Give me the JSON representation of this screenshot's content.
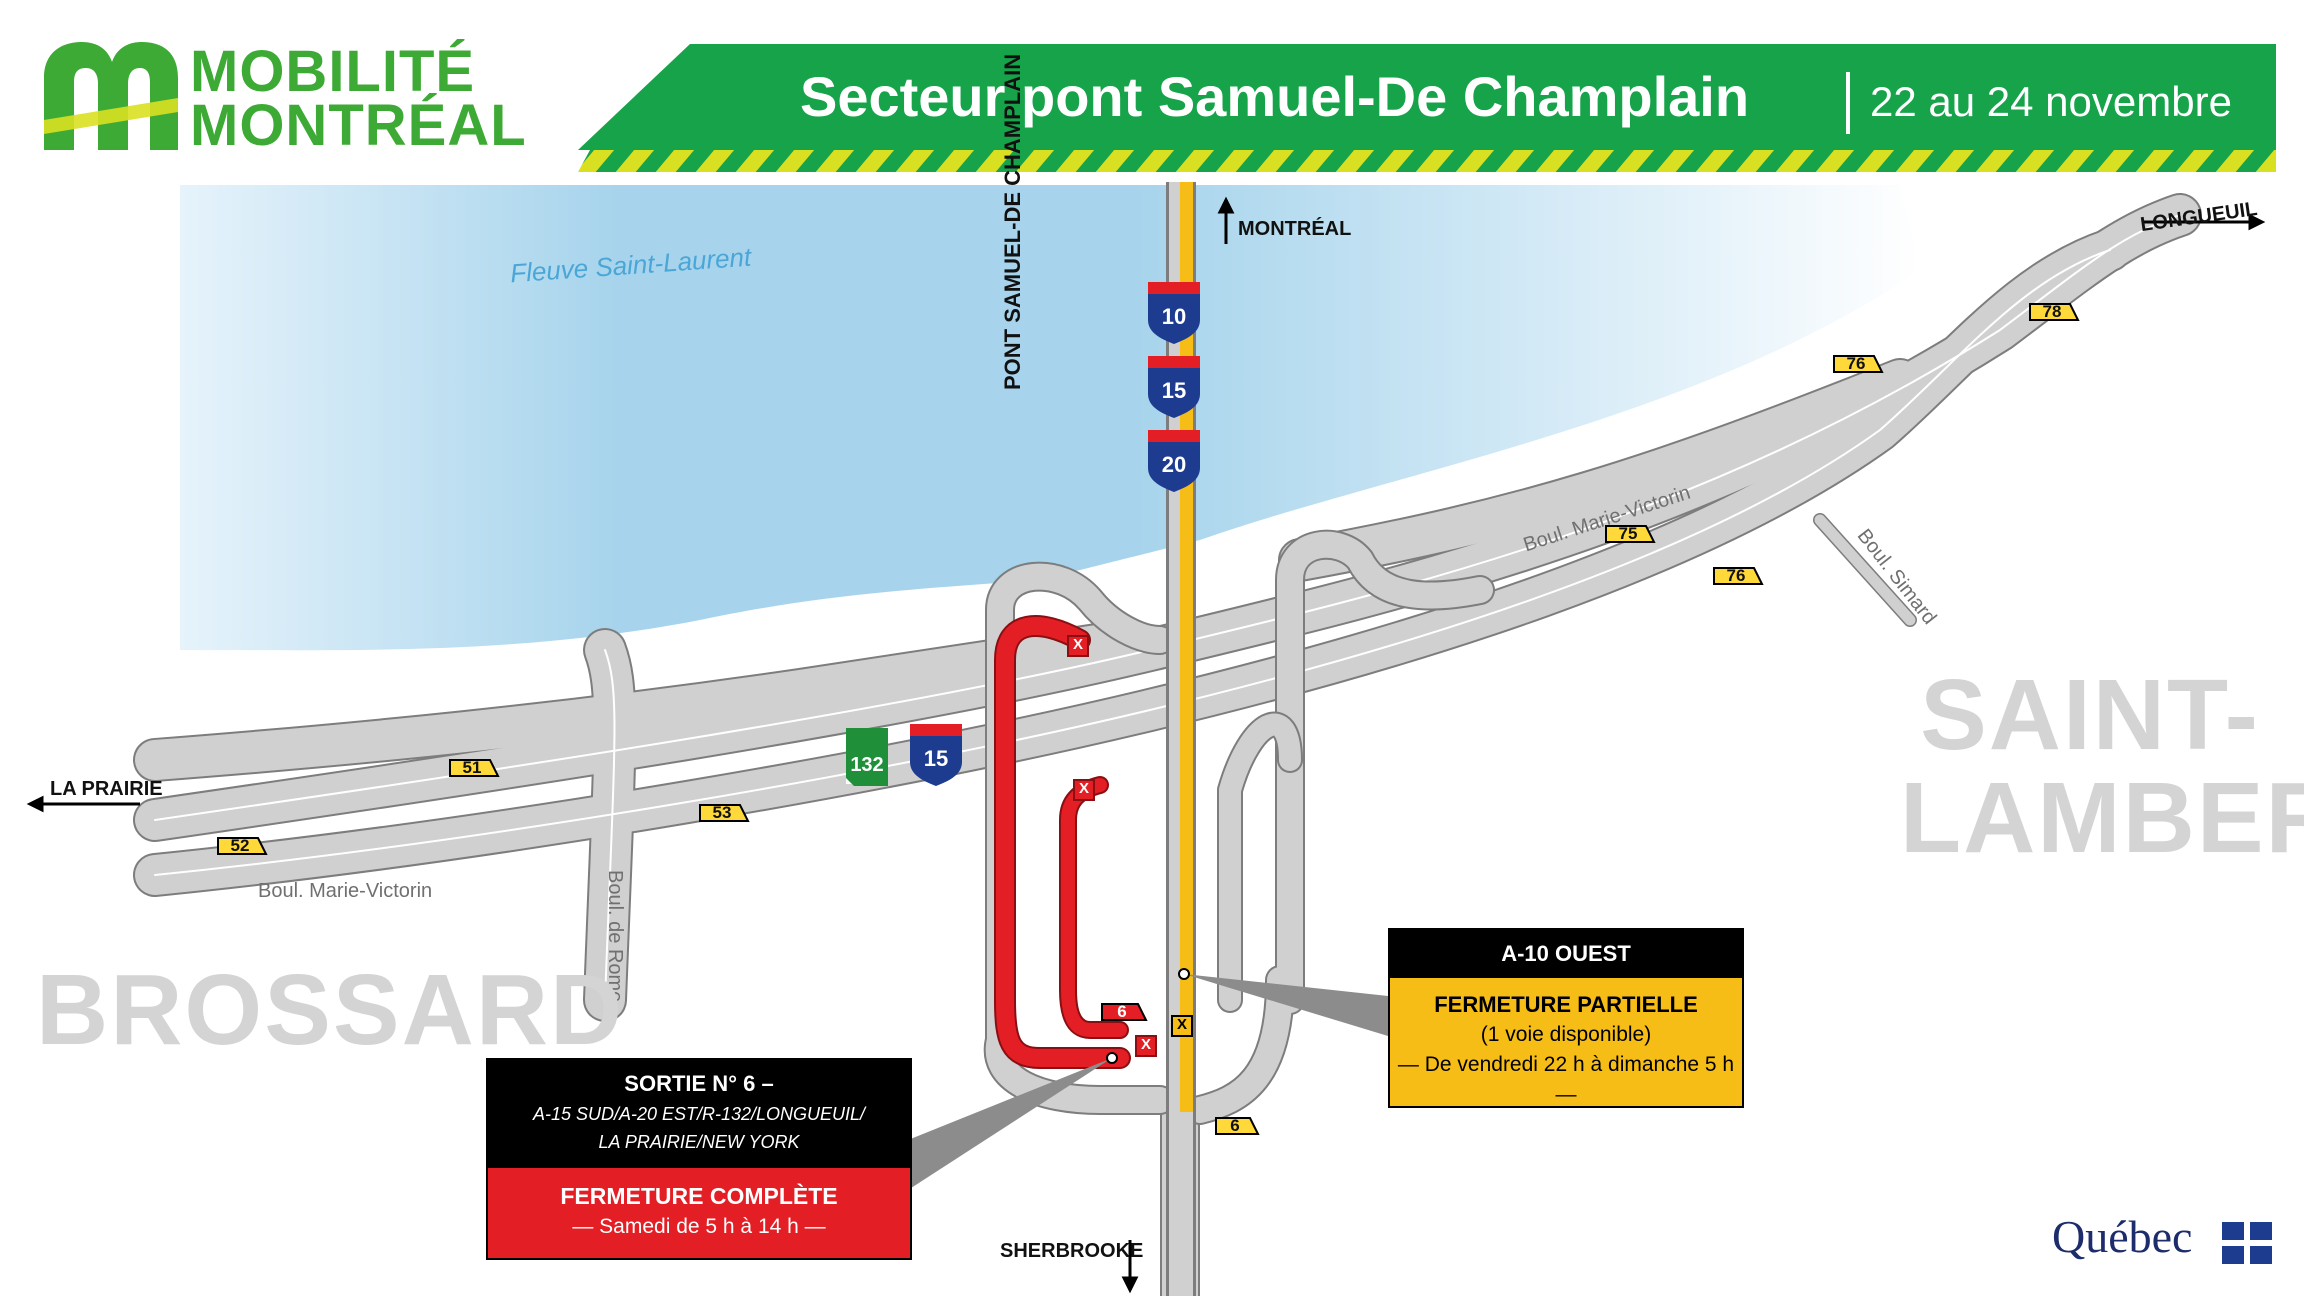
{
  "header": {
    "logo_line1": "MOBILITÉ",
    "logo_line2": "MONTRÉAL",
    "title": "Secteur pont Samuel-De Champlain",
    "date": "22 au 24 novembre",
    "colors": {
      "green": "#16a34a",
      "logo_green": "#3daa35",
      "yellow": "#d9e021"
    }
  },
  "map": {
    "river_label": "Fleuve Saint-Laurent",
    "bridge_label": "PONT SAMUEL-DE CHAMPLAIN",
    "direction_labels": {
      "montreal": "MONTRÉAL",
      "longueuil": "LONGUEUIL",
      "la_prairie": "LA PRAIRIE",
      "sherbrooke": "SHERBROOKE"
    },
    "street_labels": {
      "marie_victorin_west": "Boul. Marie-Victorin",
      "marie_victorin_east": "Boul. Marie-Victorin",
      "de_rome": "Boul. de Rome",
      "simard": "Boul. Simard"
    },
    "cities": {
      "brossard": "BROSSARD",
      "saint_lambert_line1": "SAINT-",
      "saint_lambert_line2": "LAMBERT"
    },
    "exit_numbers": [
      "51",
      "52",
      "53",
      "75",
      "76",
      "76",
      "78",
      "6",
      "6"
    ],
    "highway_shields": [
      "10",
      "15",
      "20",
      "15",
      "132"
    ],
    "closure_marker": "X",
    "colors": {
      "river": "#a7d4ec",
      "road": "#cfcfcf",
      "closure_red": "#e31e24",
      "partial_yellow": "#f6bd16"
    }
  },
  "info_partial": {
    "heading": "A-10 OUEST",
    "status": "FERMETURE PARTIELLE",
    "detail": "(1 voie disponible)",
    "period": "— De vendredi 22 h à dimanche 5 h —"
  },
  "info_complete": {
    "heading": "SORTIE N° 6 –",
    "destinations_line1": "A-15 SUD/A-20 EST/R-132/LONGUEUIL/",
    "destinations_line2": "LA PRAIRIE/NEW YORK",
    "status": "FERMETURE COMPLÈTE",
    "period": "— Samedi de 5 h à 14 h —"
  },
  "footer": {
    "brand": "Québec"
  }
}
